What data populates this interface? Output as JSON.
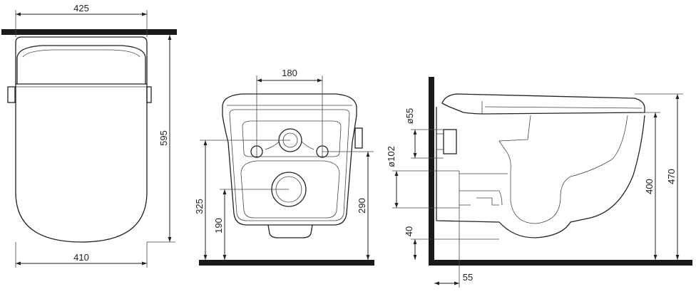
{
  "front_view": {
    "width_top": "425",
    "width_bottom": "410",
    "height": "595"
  },
  "rear_view": {
    "bolt_spacing": "180",
    "outlet_height": "325",
    "inlet_height": "190",
    "bolt_height": "290"
  },
  "side_view": {
    "inlet_diameter": "ø55",
    "outlet_diameter": "ø102",
    "offset_40": "40",
    "wall_offset": "55",
    "rim_height": "400",
    "seat_height": "470"
  }
}
